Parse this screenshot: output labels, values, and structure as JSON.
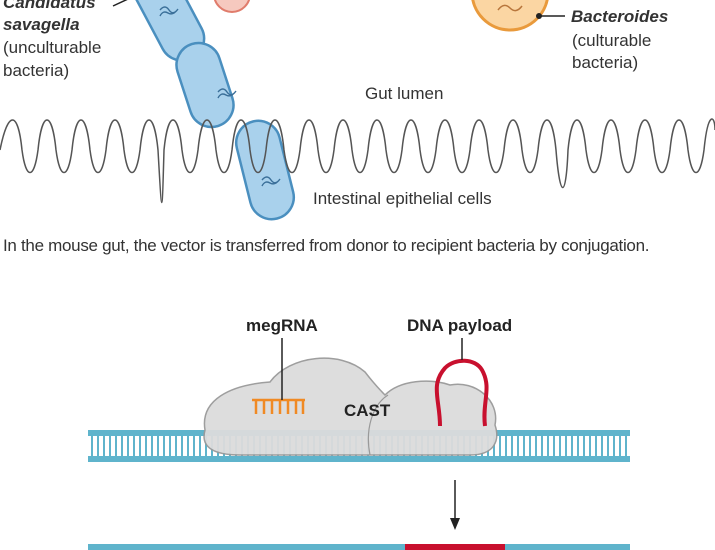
{
  "top_panel": {
    "unculturable": {
      "name_line1": "Candidatus",
      "name_line2": "savagella",
      "sub_line1": "(unculturable",
      "sub_line2": "bacteria)"
    },
    "culturable": {
      "name": "Bacteroides",
      "sub_line1": "(culturable",
      "sub_line2": "bacteria)"
    },
    "gut_lumen": "Gut lumen",
    "epithelial": "Intestinal epithelial cells",
    "caption": "In the mouse gut, the vector is transferred from donor to recipient bacteria by conjugation."
  },
  "bottom_panel": {
    "megrna": "megRNA",
    "payload": "DNA payload",
    "cast": "CAST"
  },
  "colors": {
    "cell_fill": "#a9d1ec",
    "cell_stroke": "#4a8fbf",
    "bacteroides_fill": "#fbd6a3",
    "bacteroides_stroke": "#e99a3c",
    "dna": "#5fb4cc",
    "payload": "#c8102e",
    "megrna": "#f08a24",
    "complex": "#dcdcdc"
  }
}
